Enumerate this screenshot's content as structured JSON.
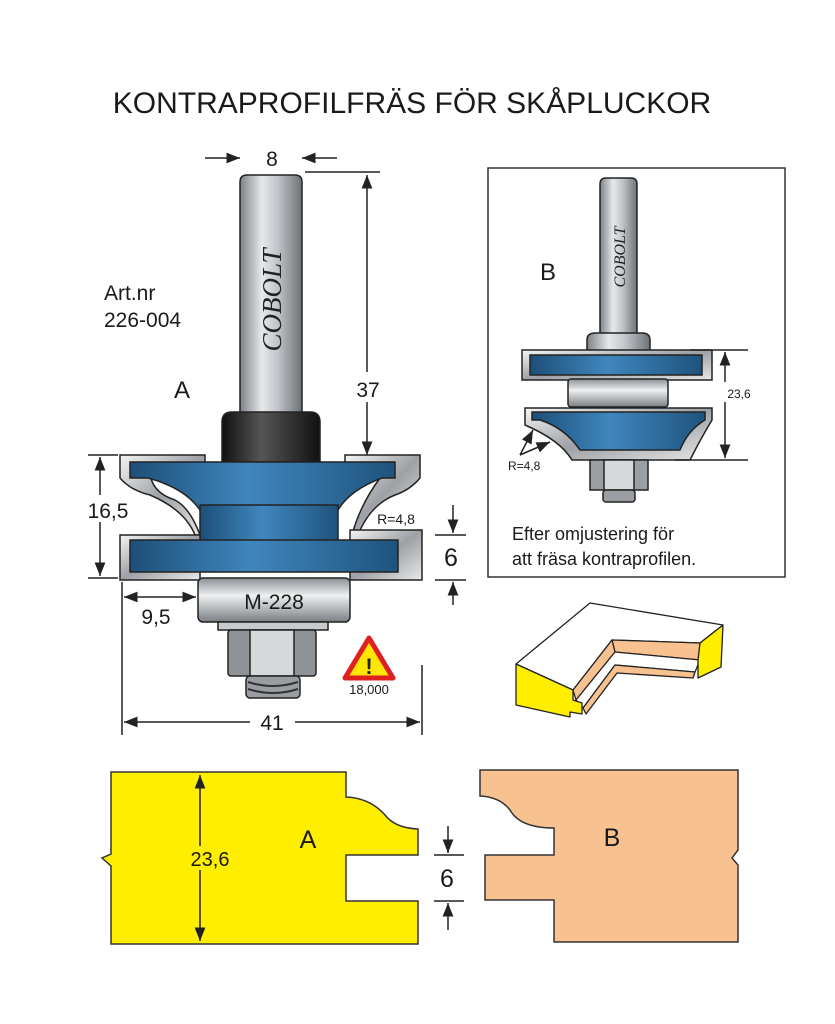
{
  "title": "KONTRAPROFILFRÄS FÖR SKÅPLUCKOR",
  "article": {
    "label": "Art.nr",
    "number": "226-004"
  },
  "bit_a": {
    "label": "A",
    "brand": "COBOLT",
    "bearing": "M-228",
    "dims": {
      "shank": "8",
      "height": "37",
      "cut_height": "16,5",
      "reach": "9,5",
      "diameter": "41",
      "groove": "6",
      "radius": "R=4,8"
    },
    "max_rpm": "18,000"
  },
  "bit_b": {
    "label": "B",
    "brand": "COBOLT",
    "dims": {
      "height": "23,6",
      "radius": "R=4,8"
    },
    "caption_line1": "Efter omjustering för",
    "caption_line2": "att fräsa kontraprofilen."
  },
  "profiles": {
    "a_label": "A",
    "b_label": "B",
    "thickness": "23,6",
    "groove": "6"
  },
  "colors": {
    "cutter": "#2f6e9e",
    "profile_a": "#ffee00",
    "profile_b": "#f7c190",
    "warning": "#e02020"
  }
}
